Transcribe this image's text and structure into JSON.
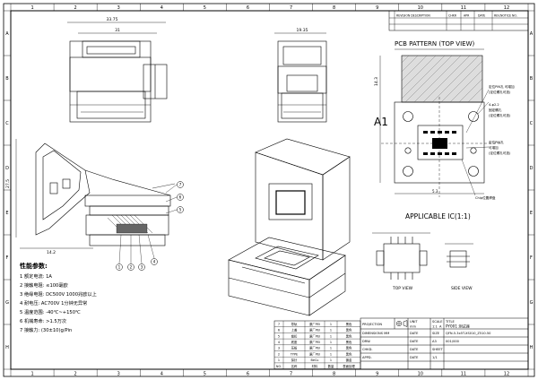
{
  "border": {
    "top_numbers": [
      "1",
      "2",
      "3",
      "4",
      "5",
      "6",
      "7",
      "8",
      "9",
      "10",
      "11",
      "12"
    ],
    "bottom_numbers": [
      "1",
      "2",
      "3",
      "4",
      "5",
      "6",
      "7",
      "8",
      "9",
      "10",
      "11",
      "12"
    ],
    "left_letters": [
      "A",
      "B",
      "C",
      "D",
      "E",
      "F",
      "G",
      "H"
    ],
    "right_letters": [
      "A",
      "B",
      "C",
      "D",
      "E",
      "F",
      "G",
      "H"
    ]
  },
  "revision": {
    "headers": [
      "REV",
      "REVISION DESCRIPTION",
      "CHKR",
      "APR",
      "DATE",
      "REV.NOTICE NO."
    ]
  },
  "dims": {
    "front_width1": "33.75",
    "front_width2": "31",
    "side_width": "19.35",
    "side_view_height": "27.5",
    "side_view_bottom": "14.2",
    "pcb_height": "14.3",
    "pcb_width_small": "5.3"
  },
  "labels": {
    "pcb_pattern": "PCB PATTERN (TOP VIEW)",
    "a1": "A1",
    "applicable_ic": "APPLICABLE IC(1:1)",
    "top_view": "TOP VIEW",
    "side_view": "SIDE VIEW",
    "pcb_note1": "定位PIN孔 可增加",
    "pcb_note2": "(定位螺孔可选)",
    "pcb_note3": "4-φ2.2",
    "pcb_note4": "固定螺孔",
    "pcb_note5": "(定位螺孔可选)",
    "pcb_note6": "定位PIN孔",
    "pcb_note7": "可增加",
    "pcb_note8": "(定位螺孔可选)",
    "pcb_note9": "Chip位置焊盘",
    "callouts": [
      "1",
      "2",
      "3",
      "4",
      "5",
      "6",
      "7"
    ]
  },
  "specs": {
    "title": "性能参数:",
    "items": [
      "1  额定电流: 1A",
      "2  接触电阻: ≤100毫欧",
      "3  绝缘电阻: DC500V 1000兆欧以上",
      "4  耐电压:   AC700V 1分钟无异常",
      "5  温度范围: -40℃~+150℃",
      "6  机械寿命: >1.5万次",
      "7  接触力:   (30±10)g/Pin"
    ]
  },
  "parts_table": {
    "rows": [
      [
        "7",
        "导轨",
        "原厂PEI",
        "1",
        "黑色"
      ],
      [
        "6",
        "上盖",
        "原厂PEI",
        "1",
        "黑色"
      ],
      [
        "5",
        "锁扣",
        "原厂PEI",
        "1",
        "黑色"
      ],
      [
        "4",
        "底座",
        "原厂PEI",
        "1",
        "黑色"
      ],
      [
        "3",
        "压板",
        "原厂PEI",
        "1",
        "黑色"
      ],
      [
        "2",
        "TYPE",
        "原厂PEI",
        "1",
        "黑色"
      ],
      [
        "1",
        "探针",
        "BeCu",
        "1",
        "镀金"
      ],
      [
        "NO.",
        "名称",
        "材料",
        "数量",
        "表面处理"
      ]
    ]
  },
  "title_block": {
    "projection": "PROJECTION",
    "unit": "UNIT",
    "unit_val": "mm",
    "scale": "SCALE",
    "scale_val": "1:1",
    "rev": "REV",
    "rev_val": "A",
    "title_label": "TITLE",
    "title_val": "PY001 测试座",
    "fields": [
      "DIMENSIONS  MM",
      "DRW.",
      "CHKD.",
      "APPD."
    ],
    "dates": [
      "DATE",
      "DATE",
      "DATE",
      "DATE"
    ],
    "size": "SIZE",
    "size_val": "A3",
    "sheet": "SHEET",
    "sheet_val": "1/1",
    "part_no": "QFN-5.3x5T-XS010_Z510.50",
    "drawing_no": "001/000"
  }
}
